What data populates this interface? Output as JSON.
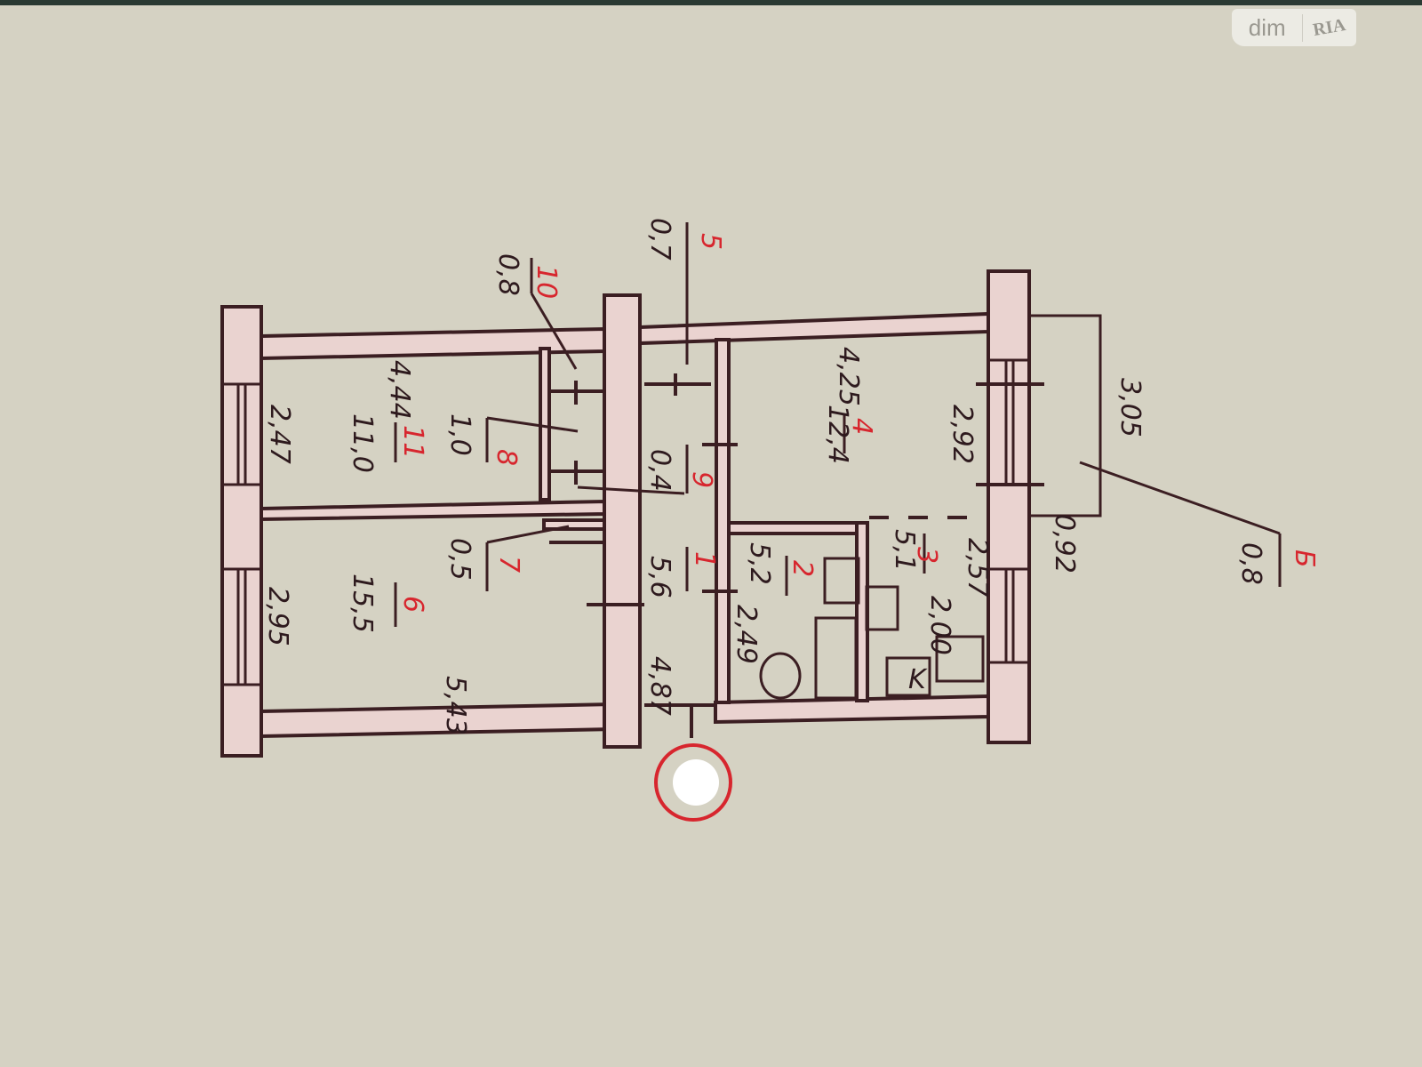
{
  "watermark": {
    "brand_left": "dim",
    "brand_right": "RIA"
  },
  "rooms": [
    {
      "number": "1",
      "area": "5,6"
    },
    {
      "number": "2",
      "area": "5,2"
    },
    {
      "number": "3",
      "area": "5,1"
    },
    {
      "number": "4",
      "area": "12,4"
    },
    {
      "number": "5",
      "area": "0,7"
    },
    {
      "number": "6",
      "area": "15,5"
    },
    {
      "number": "7",
      "area": "0,5"
    },
    {
      "number": "8",
      "area": "1,0"
    },
    {
      "number": "9",
      "area": "0,4"
    },
    {
      "number": "10",
      "area": "0,8"
    },
    {
      "number": "11",
      "area": "11,0"
    },
    {
      "number": "Б",
      "area": "0,8"
    }
  ],
  "dimensions": {
    "d444": "4,44",
    "d247": "2,47",
    "d295": "2,95",
    "d543": "5,43",
    "d487": "4,87",
    "d249": "2,49",
    "d425": "4,25",
    "d292": "2,92",
    "d257": "2,57",
    "d200": "2,00",
    "d305": "3,05",
    "d092": "0,92"
  },
  "colors": {
    "ink": "#3b1e22",
    "room_number": "#d7262e",
    "wall_fill": "#ead3d0",
    "paper": "#d5d2c3"
  }
}
